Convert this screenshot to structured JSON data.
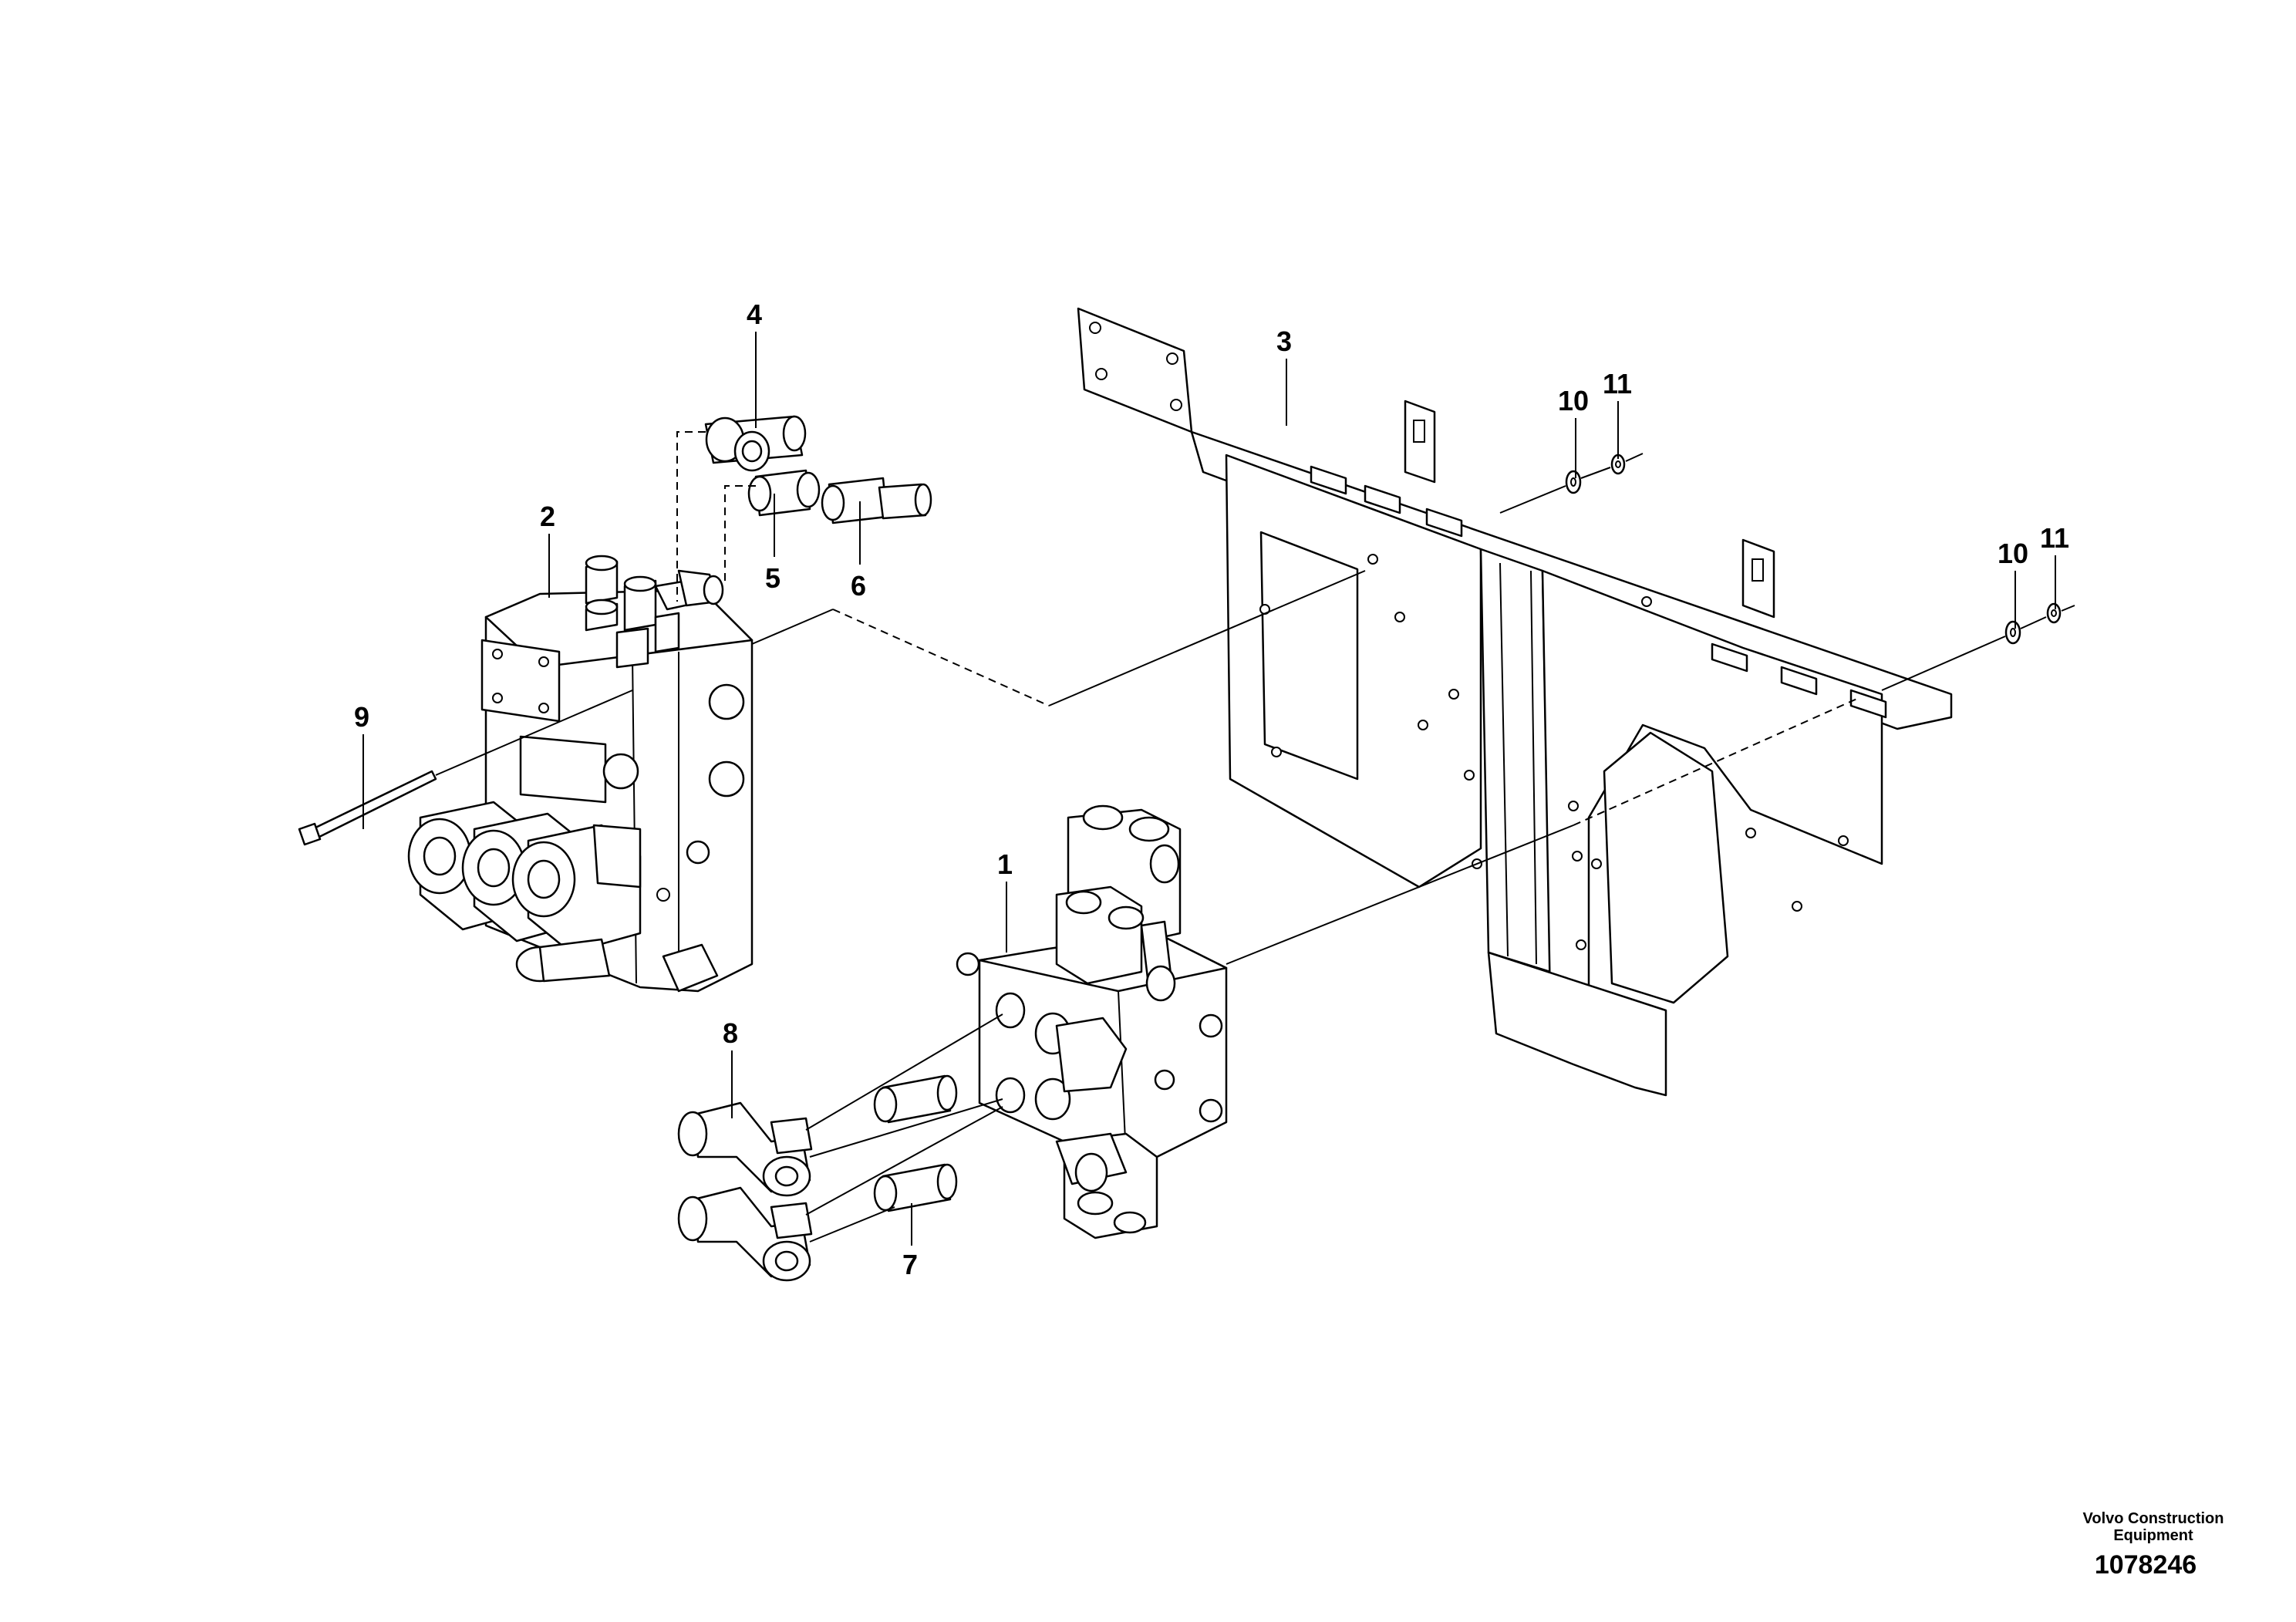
{
  "callouts": {
    "c1": "1",
    "c2": "2",
    "c3": "3",
    "c4": "4",
    "c5": "5",
    "c6": "6",
    "c7": "7",
    "c8": "8",
    "c9": "9",
    "c10a": "10",
    "c11a": "11",
    "c10b": "10",
    "c11b": "11"
  },
  "footer": {
    "company_line1": "Volvo Construction",
    "company_line2": "Equipment",
    "drawing_number": "1078246"
  }
}
